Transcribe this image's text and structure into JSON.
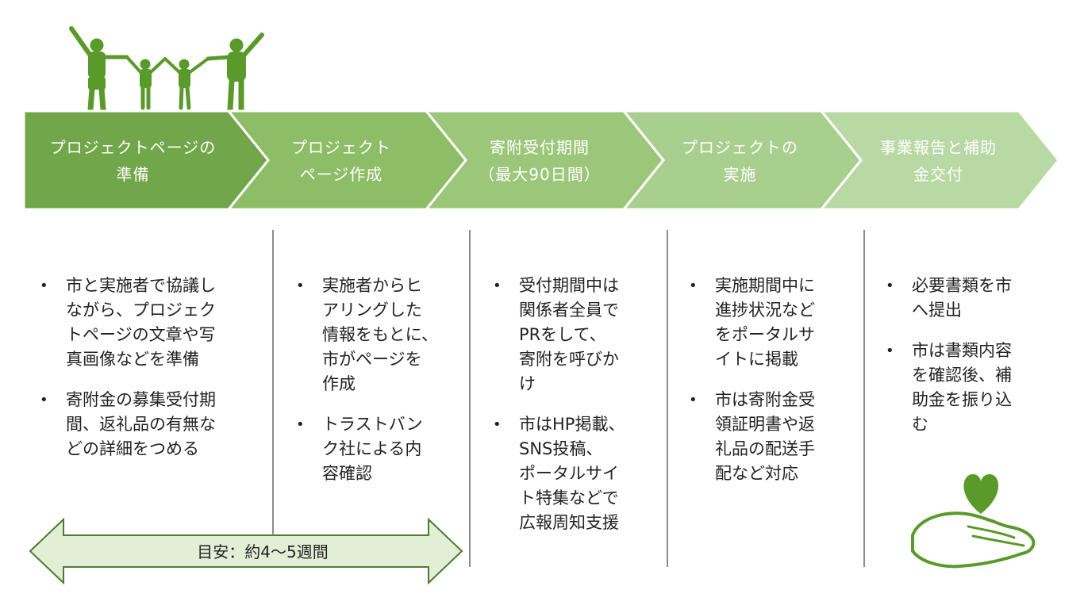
{
  "colors": {
    "step1": "#71a64a",
    "step2": "#8dbd67",
    "step3": "#9cc77a",
    "step4": "#a9cf8e",
    "step5": "#b9d9a4",
    "arrow_fill": "#e3eed7",
    "arrow_stroke": "#4f7b2e",
    "icon_green": "#5a9a2a"
  },
  "steps": [
    {
      "label": "プロジェクトページの\n準備"
    },
    {
      "label": "プロジェクト\nページ作成"
    },
    {
      "label": "寄附受付期間\n（最大90日間）"
    },
    {
      "label": "プロジェクトの\n実施"
    },
    {
      "label": "事業報告と補助\n金交付"
    }
  ],
  "columns": [
    {
      "bullets": [
        "市と実施者で協議し\nながら、プロジェク\nトページの文章や写\n真画像などを準備",
        "寄附金の募集受付期\n間、返礼品の有無な\nどの詳細をつめる"
      ]
    },
    {
      "bullets": [
        "実施者からヒ\nアリングした\n情報をもとに、\n市がページを\n作成",
        "トラストバン\nク社による内\n容確認"
      ]
    },
    {
      "bullets": [
        "受付期間中は\n関係者全員で\nPRをして、\n寄附を呼びか\nけ",
        "市はHP掲載、\nSNS投稿、\nポータルサイ\nト特集などで\n広報周知支援"
      ]
    },
    {
      "bullets": [
        "実施期間中に\n進捗状況など\nをポータルサ\nイトに掲載",
        "市は寄附金受\n領証明書や返\n礼品の配送手\n配など対応"
      ]
    },
    {
      "bullets": [
        "必要書類を市\nへ提出",
        "市は書類内容\nを確認後、補\n助金を振り込\nむ"
      ]
    }
  ],
  "duration": {
    "label": "目安：約4〜5週間"
  },
  "icons": [
    "family-silhouette-icon",
    "heart-hand-icon"
  ]
}
